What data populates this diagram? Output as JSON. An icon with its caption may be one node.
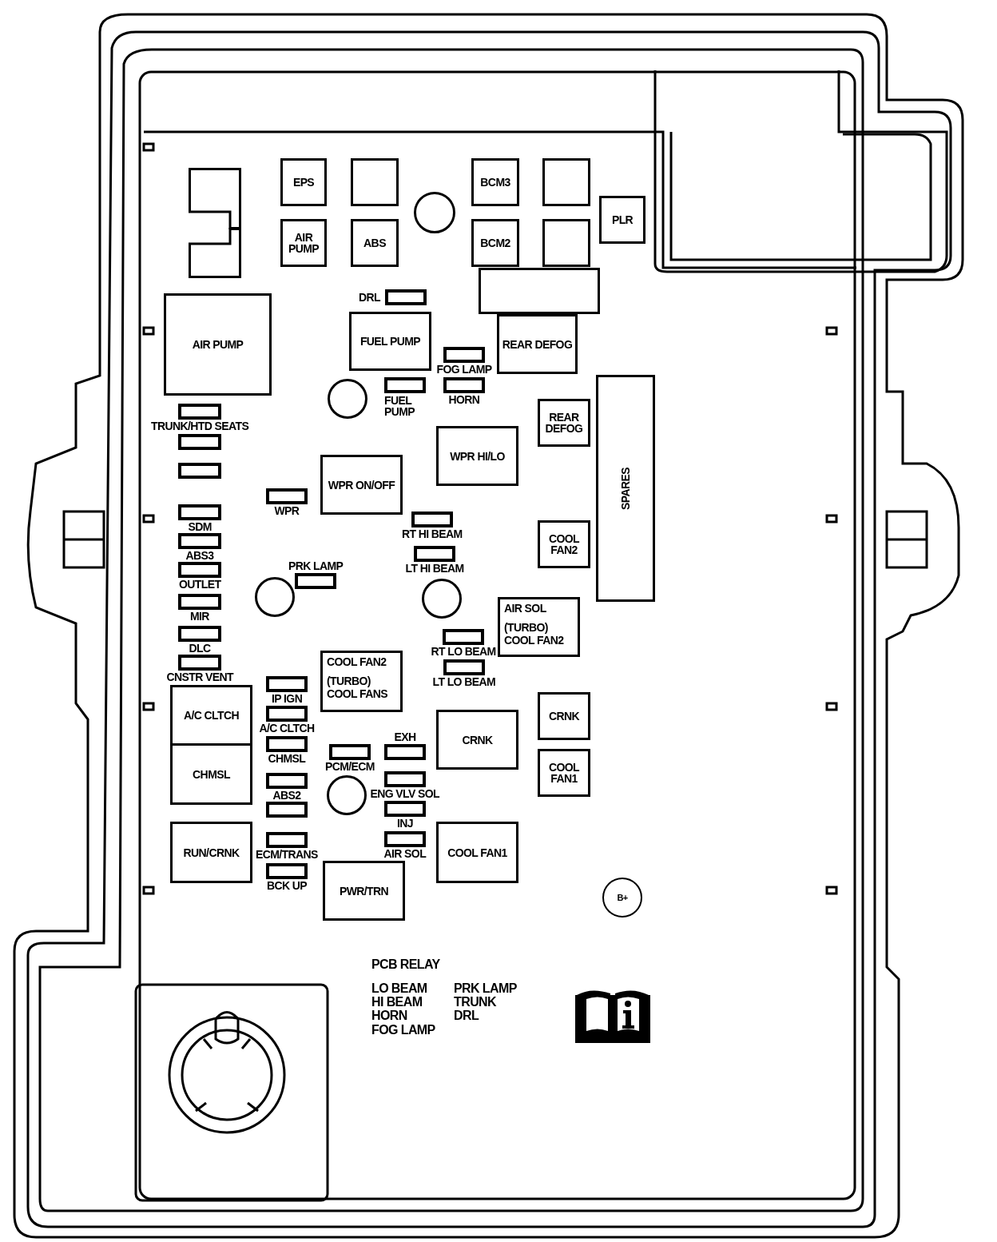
{
  "diagram": {
    "nodes": [
      {
        "text": [],
        "shape": "box"
      },
      {
        "text": [
          "EPS"
        ]
      },
      {
        "text": [],
        "shape": "box"
      },
      {
        "text": [
          "BCM3"
        ]
      },
      {
        "text": [],
        "shape": "box"
      },
      {
        "text": [],
        "shape": "circle"
      },
      {
        "text": [],
        "shape": "box"
      },
      {
        "text": [
          "AIR PUMP"
        ]
      },
      {
        "text": [
          "ABS"
        ]
      },
      {
        "text": [
          "BCM2"
        ]
      },
      {
        "text": [],
        "shape": "box"
      },
      {
        "text": [
          "PLR"
        ]
      },
      {
        "text": [],
        "shape": "box"
      },
      {
        "text": [
          "DRL"
        ]
      },
      {
        "text": [
          "AIR PUMP"
        ]
      },
      {
        "text": [
          "FUEL PUMP"
        ]
      },
      {
        "text": [
          "REAR DEFOG"
        ]
      },
      {
        "text": [
          "FOG LAMP"
        ]
      },
      {
        "text": [],
        "shape": "circle"
      },
      {
        "text": [
          "FUEL PUMP"
        ]
      },
      {
        "text": [
          "HORN"
        ]
      },
      {
        "text": [
          "TRUNK/HTD SEATS"
        ]
      },
      {
        "text": [
          "REAR DEFOG"
        ]
      },
      {
        "text": [
          "SPARES"
        ]
      },
      {
        "text": [],
        "shape": "box"
      },
      {
        "text": [
          "WPR HI/LO"
        ]
      },
      {
        "text": [
          "WPR ON/OFF"
        ]
      },
      {
        "text": [],
        "shape": "box"
      },
      {
        "text": [
          "WPR"
        ]
      },
      {
        "text": [
          "SDM"
        ]
      },
      {
        "text": [
          "RT HI BEAM"
        ]
      },
      {
        "text": [
          "COOL FAN2"
        ]
      },
      {
        "text": [
          "ABS3"
        ]
      },
      {
        "text": [
          "LT HI BEAM"
        ]
      },
      {
        "text": [
          "OUTLET"
        ]
      },
      {
        "text": [
          "PRK LAMP"
        ]
      },
      {
        "text": [],
        "shape": "circle"
      },
      {
        "text": [],
        "shape": "circle"
      },
      {
        "text": [
          "AIR SOL",
          "(TURBO) COOL FAN2"
        ]
      },
      {
        "text": [
          "MIR"
        ]
      },
      {
        "text": [
          "RT LO BEAM"
        ]
      },
      {
        "text": [
          "DLC"
        ]
      },
      {
        "text": [
          "CNSTR VENT"
        ]
      },
      {
        "text": [
          "COOL FAN2",
          "(TURBO) COOL FANS"
        ]
      },
      {
        "text": [
          "LT LO BEAM"
        ]
      },
      {
        "text": [
          "IP IGN"
        ]
      },
      {
        "text": [
          "A/C CLTCH"
        ]
      },
      {
        "text": [
          "CRNK"
        ]
      },
      {
        "text": [
          "A/C CLTCH"
        ]
      },
      {
        "text": [
          "CRNK"
        ]
      },
      {
        "text": [
          "CHMSL"
        ]
      },
      {
        "text": [
          "EXH"
        ]
      },
      {
        "text": [
          "PCM/ECM"
        ]
      },
      {
        "text": [
          "CHMSL"
        ]
      },
      {
        "text": [
          "COOL FAN1"
        ]
      },
      {
        "text": [
          "ABS2"
        ]
      },
      {
        "text": [
          "ENG VLV SOL"
        ]
      },
      {
        "text": [],
        "shape": "circle"
      },
      {
        "text": [],
        "shape": "box"
      },
      {
        "text": [
          "INJ"
        ]
      },
      {
        "text": [
          "RUN/CRNK"
        ]
      },
      {
        "text": [
          "COOL FAN1"
        ]
      },
      {
        "text": [
          "AIR SOL"
        ]
      },
      {
        "text": [
          "ECM/TRANS"
        ]
      },
      {
        "text": [
          "BCK UP"
        ]
      },
      {
        "text": [
          "PWR/TRN"
        ]
      },
      {
        "text": [
          "B+"
        ]
      }
    ],
    "labels": [
      "PCB RELAY",
      "LO BEAM",
      "HI BEAM",
      "HORN",
      "FOG LAMP",
      "PRK LAMP",
      "TRUNK",
      "DRL"
    ]
  }
}
